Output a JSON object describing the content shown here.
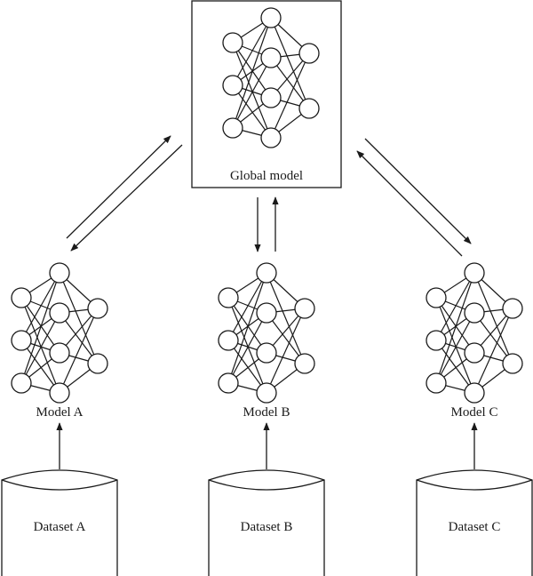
{
  "global_model": {
    "label": "Global model"
  },
  "local_models": [
    {
      "label": "Model A"
    },
    {
      "label": "Model B"
    },
    {
      "label": "Model C"
    }
  ],
  "datasets": [
    {
      "label": "Dataset A"
    },
    {
      "label": "Dataset B"
    },
    {
      "label": "Dataset C"
    }
  ],
  "colors": {
    "stroke": "#1a1a1a",
    "background": "#ffffff"
  }
}
